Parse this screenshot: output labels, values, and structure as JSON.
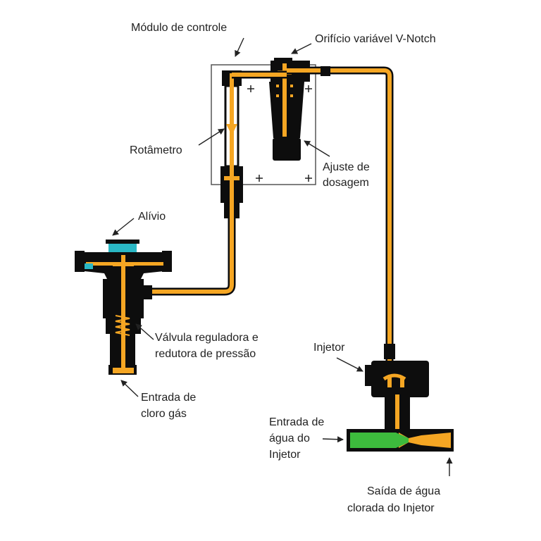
{
  "colors": {
    "body": "#0d0d0d",
    "gas_path": "#f5a623",
    "water_inlet": "#3dbb3d",
    "relief_cap": "#2ab7c4",
    "panel_stroke": "#555555",
    "text": "#222222"
  },
  "labels": {
    "control_module": "Módulo de controle",
    "v_notch": "Orifício variável V-Notch",
    "rotameter": "Rotâmetro",
    "dosage_line1": "Ajuste de",
    "dosage_line2": "dosagem",
    "relief": "Alívio",
    "regulator_line1": "Válvula reguladora e",
    "regulator_line2": "redutora de pressão",
    "chlorine_line1": "Entrada de",
    "chlorine_line2": "cloro gás",
    "injector": "Injetor",
    "water_in_line1": "Entrada de",
    "water_in_line2": "água do",
    "water_in_line3": "Injetor",
    "water_out_line1": "Saída de água",
    "water_out_line2": "clorada do Injetor"
  }
}
